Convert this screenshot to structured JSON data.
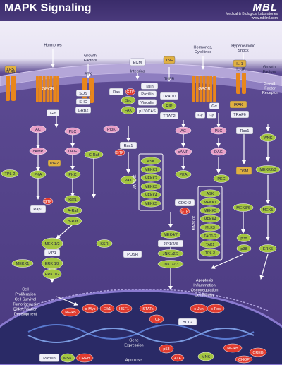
{
  "header": {
    "title": "MAPK Signaling",
    "brand_logo": "MBL",
    "brand_subtitle": "Medical & Biological Laboratories",
    "brand_url": "www.mblintl.com"
  },
  "colors": {
    "background": "#5c4a92",
    "membrane": "#a89ad0",
    "nucleus": "#2c2c6a",
    "green_node": "#a4c640",
    "pink_node": "#e8a0c8",
    "white_node": "#f0f0f8",
    "red_node": "#e03c30",
    "orange_receptor": "#e8861c",
    "yellow_node": "#e0b040",
    "arrow": "#ffffff"
  },
  "diagram": {
    "extracellular": [
      {
        "key": "hormones",
        "label": "Hormones"
      },
      {
        "key": "growth_factors_1",
        "label": "Growth Factors"
      },
      {
        "key": "ecm",
        "label": "ECM"
      },
      {
        "key": "integrins",
        "label": "Integrins"
      },
      {
        "key": "tnf",
        "label": "TNF"
      },
      {
        "key": "hormones_cytokines",
        "label": "Hormones, Cytokines"
      },
      {
        "key": "hyperosmotic_shock",
        "label": "Hyperosmotic Shock"
      },
      {
        "key": "lps",
        "label": "LPS"
      },
      {
        "key": "il1",
        "label": "IL-1"
      },
      {
        "key": "growth_factors_2",
        "label": "Growth Factors"
      },
      {
        "key": "growth_factors_3",
        "label": "Growth Factor Receptor"
      }
    ],
    "receptors": [
      {
        "key": "gpcr1",
        "label": "GPCR"
      },
      {
        "key": "rtk",
        "label": "RTK"
      },
      {
        "key": "tnfr",
        "label": "TNFR"
      },
      {
        "key": "gpcr2",
        "label": "GPCR"
      },
      {
        "key": "tlr",
        "label": "TLR4"
      },
      {
        "key": "il1r",
        "label": "IL-1R"
      }
    ],
    "nodes": [
      {
        "key": "sos",
        "label": "SOS"
      },
      {
        "key": "shc",
        "label": "SHC"
      },
      {
        "key": "grb2",
        "label": "GRB2"
      },
      {
        "key": "ras",
        "label": "Ras"
      },
      {
        "key": "gtp1",
        "label": "GTP"
      },
      {
        "key": "src",
        "label": "Src"
      },
      {
        "key": "fak",
        "label": "FAK"
      },
      {
        "key": "talin",
        "label": "Talin"
      },
      {
        "key": "paxillin",
        "label": "Paxillin"
      },
      {
        "key": "vinculin",
        "label": "Vinculin"
      },
      {
        "key": "p130cas",
        "label": "p130CAS"
      },
      {
        "key": "tradd",
        "label": "TRADD"
      },
      {
        "key": "rip",
        "label": "RIP"
      },
      {
        "key": "traf2",
        "label": "TRAF2"
      },
      {
        "key": "g_gamma",
        "label": "Gγ"
      },
      {
        "key": "g_beta",
        "label": "Gβ"
      },
      {
        "key": "g_alpha2",
        "label": "Gα"
      },
      {
        "key": "g_alpha1",
        "label": "Gα"
      },
      {
        "key": "irak",
        "label": "IRAK"
      },
      {
        "key": "traf6",
        "label": "TRAF6"
      },
      {
        "key": "ac1",
        "label": "AC"
      },
      {
        "key": "plc1",
        "label": "PLC"
      },
      {
        "key": "pi3k",
        "label": "PI3K"
      },
      {
        "key": "rac1a",
        "label": "Rac1"
      },
      {
        "key": "ac2",
        "label": "AC"
      },
      {
        "key": "plc2",
        "label": "PLC"
      },
      {
        "key": "rac1b",
        "label": "Rac1"
      },
      {
        "key": "wnk",
        "label": "WNK"
      },
      {
        "key": "camp1",
        "label": "cAMP"
      },
      {
        "key": "dag1",
        "label": "DAG"
      },
      {
        "key": "pip2",
        "label": "PIP2"
      },
      {
        "key": "craf",
        "label": "C-Raf"
      },
      {
        "key": "gtp2",
        "label": "GTP"
      },
      {
        "key": "camp2",
        "label": "cAMP"
      },
      {
        "key": "dag2",
        "label": "DAG"
      },
      {
        "key": "tpl2a",
        "label": "TPL-2"
      },
      {
        "key": "pka1",
        "label": "PKA"
      },
      {
        "key": "pkc1",
        "label": "PKC"
      },
      {
        "key": "pak",
        "label": "PAK"
      },
      {
        "key": "pka2",
        "label": "PKA"
      },
      {
        "key": "pkc2",
        "label": "PKC"
      },
      {
        "key": "osm",
        "label": "OSM"
      },
      {
        "key": "mekk23",
        "label": "MEKK2/3"
      },
      {
        "key": "gtp3",
        "label": "GTP"
      },
      {
        "key": "rap1",
        "label": "Rap1"
      },
      {
        "key": "raf1",
        "label": "Raf1"
      },
      {
        "key": "araf",
        "label": "A-Raf"
      },
      {
        "key": "braf",
        "label": "B-Raf"
      },
      {
        "key": "cdc42",
        "label": "CDC42"
      },
      {
        "key": "gtp4",
        "label": "GTP"
      },
      {
        "key": "mek5",
        "label": "MEK5"
      },
      {
        "key": "mek34",
        "label": "MEK3/6"
      },
      {
        "key": "mek12",
        "label": "MEK 1/2"
      },
      {
        "key": "mp1",
        "label": "MP1"
      },
      {
        "key": "erk12a",
        "label": "ERK 1/2"
      },
      {
        "key": "erk12b",
        "label": "ERK 1/2"
      },
      {
        "key": "ksr",
        "label": "KSR"
      },
      {
        "key": "mekk1a",
        "label": "MEKK1"
      },
      {
        "key": "posh",
        "label": "POSH"
      },
      {
        "key": "mek47",
        "label": "MEK4/7"
      },
      {
        "key": "jip123",
        "label": "JIP1/2/3"
      },
      {
        "key": "jnk123a",
        "label": "JNK1/2/3"
      },
      {
        "key": "jnk123b",
        "label": "JNK1/2/3"
      },
      {
        "key": "p38a",
        "label": "p38"
      },
      {
        "key": "p38b",
        "label": "p38"
      },
      {
        "key": "erk5",
        "label": "ERK5"
      }
    ],
    "mapkkk_box1": {
      "label": "MAPKKK",
      "items": [
        "ASK",
        "MEKK1",
        "MEKK2",
        "MEKK3",
        "MEKK4",
        "MEKK5"
      ]
    },
    "mapkkk_box2": {
      "label": "MAPKKK",
      "items": [
        "ASK",
        "MEKK1",
        "MEKK3",
        "MEKK4",
        "MLK3",
        "TAO1/2",
        "TAK1",
        "TPL-2"
      ]
    },
    "outcomes": [
      {
        "key": "cell_prolif",
        "label": "Cell Proliferation Cell Survival Tumorigenesis Differentiation Development"
      },
      {
        "key": "apoptosis_inflam",
        "label": "Apoptosis Inflammation Osmoregulation Cell Motility"
      },
      {
        "key": "gene_expr",
        "label": "Gene Expression"
      },
      {
        "key": "apoptosis",
        "label": "Apoptosis"
      }
    ],
    "nuclear": [
      {
        "key": "nfkb1",
        "label": "NF-κB"
      },
      {
        "key": "cmyc",
        "label": "c-Myc"
      },
      {
        "key": "elk1",
        "label": "Elk1"
      },
      {
        "key": "hsf1",
        "label": "HSF1"
      },
      {
        "key": "stats",
        "label": "STATs"
      },
      {
        "key": "tcf",
        "label": "TCF"
      },
      {
        "key": "cjun",
        "label": "c-Jun"
      },
      {
        "key": "cfos",
        "label": "c-Fos"
      },
      {
        "key": "bcl2",
        "label": "BCL2"
      },
      {
        "key": "p53",
        "label": "p53"
      },
      {
        "key": "atf",
        "label": "ATF"
      },
      {
        "key": "mnk",
        "label": "MNK"
      },
      {
        "key": "nfkb2",
        "label": "NF-κB"
      },
      {
        "key": "chop",
        "label": "CHOP"
      },
      {
        "key": "creb2",
        "label": "CREB"
      },
      {
        "key": "paxillin2",
        "label": "Paxillin"
      },
      {
        "key": "msk",
        "label": "MSK"
      },
      {
        "key": "creb1",
        "label": "CREB"
      }
    ]
  }
}
